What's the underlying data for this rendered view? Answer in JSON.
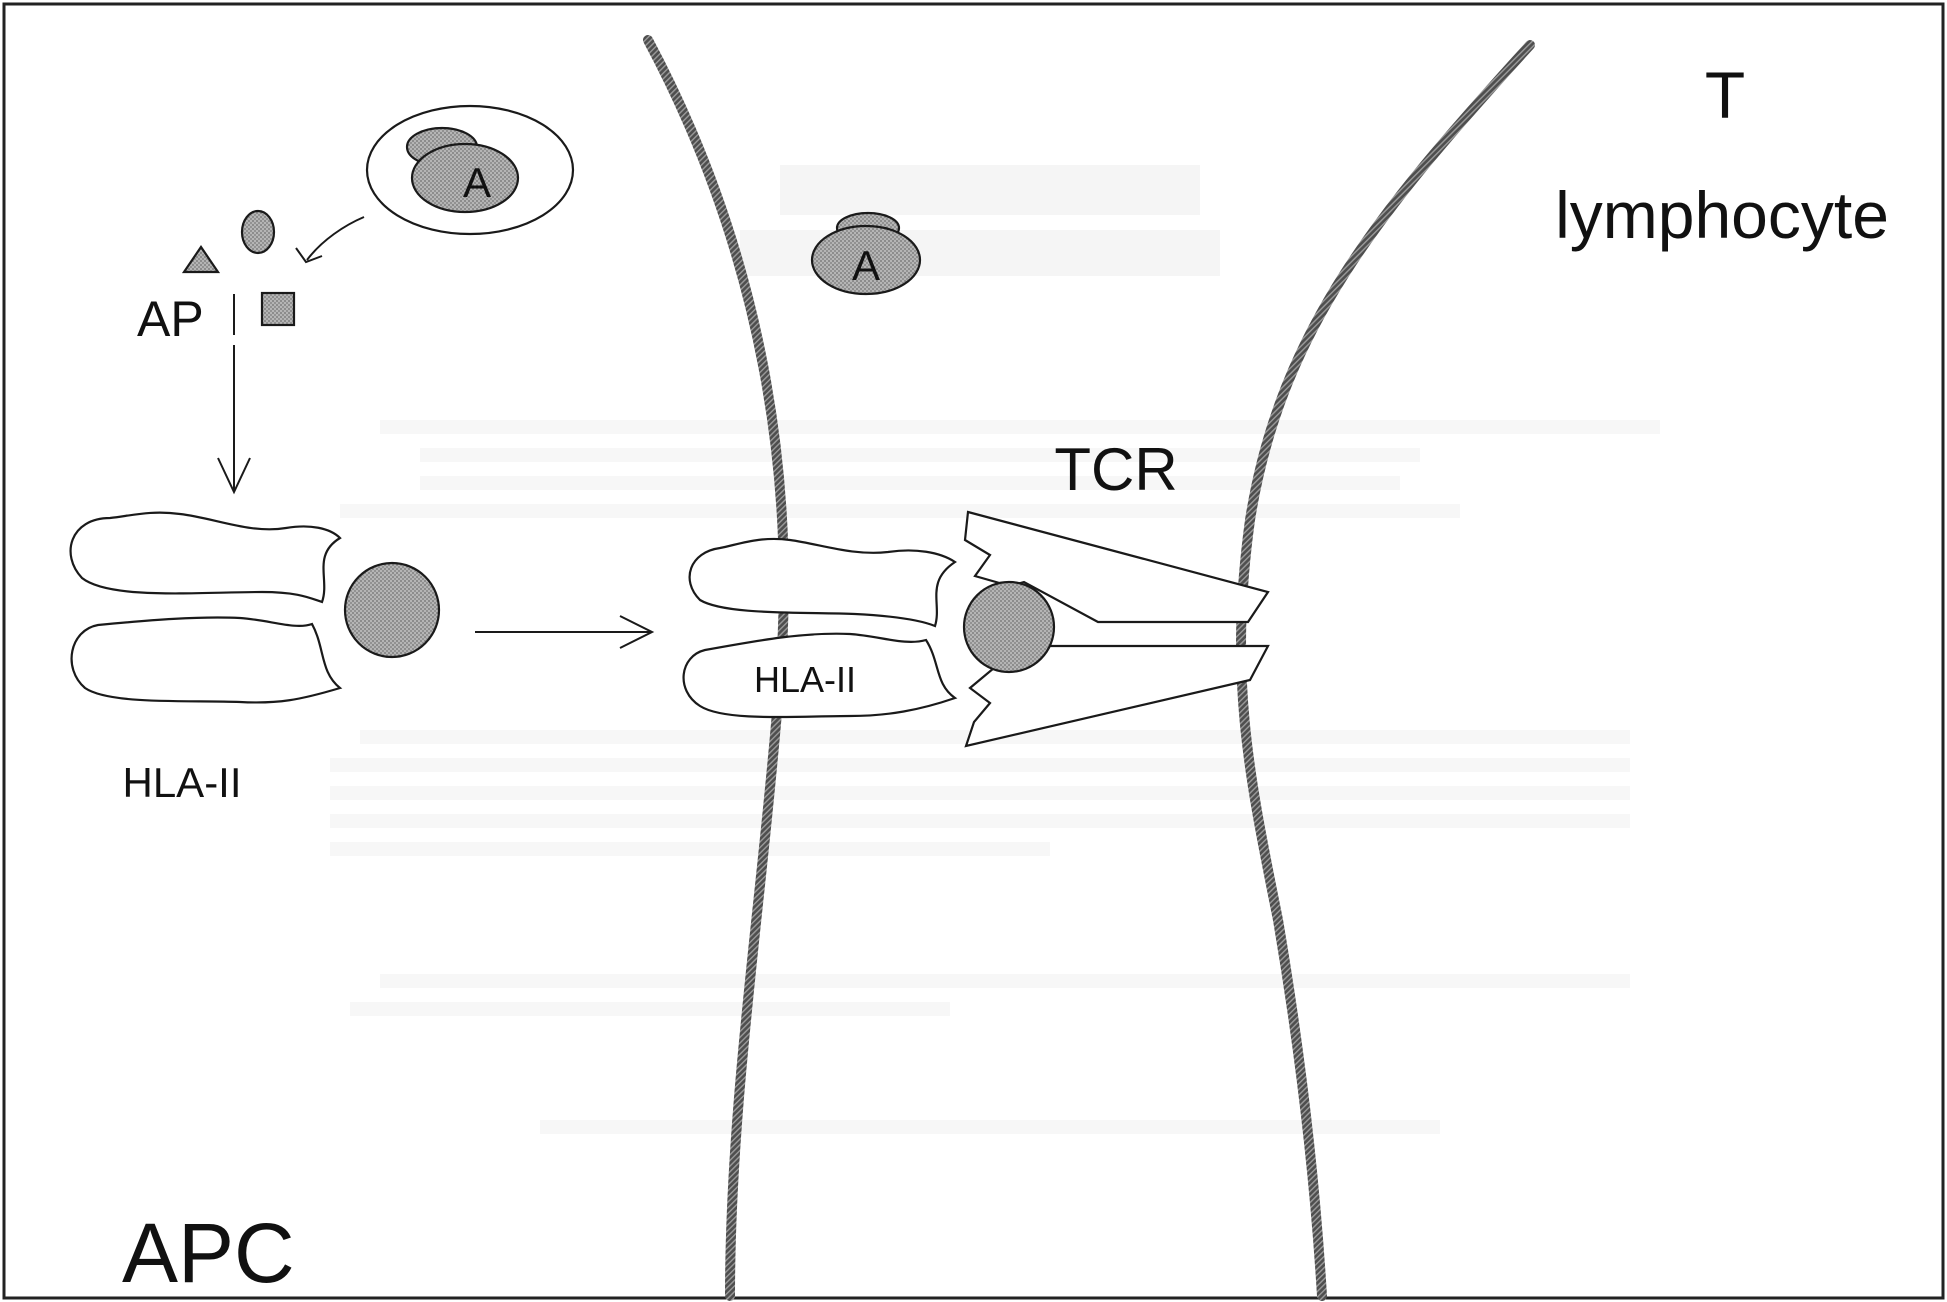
{
  "labels": {
    "t_cell_line1": "T",
    "t_cell_line2": "lymphocyte",
    "antigen_outer": "A",
    "antigen_free": "A",
    "antigenic_peptides": "AP",
    "hla_left": "HLA-II",
    "hla_right": "HLA-II",
    "tcr": "TCR",
    "apc": "APC"
  },
  "colors": {
    "grey_fill": "#9a9a9a",
    "line": "#1a1a1a",
    "membrane": "#5a5a5a"
  }
}
